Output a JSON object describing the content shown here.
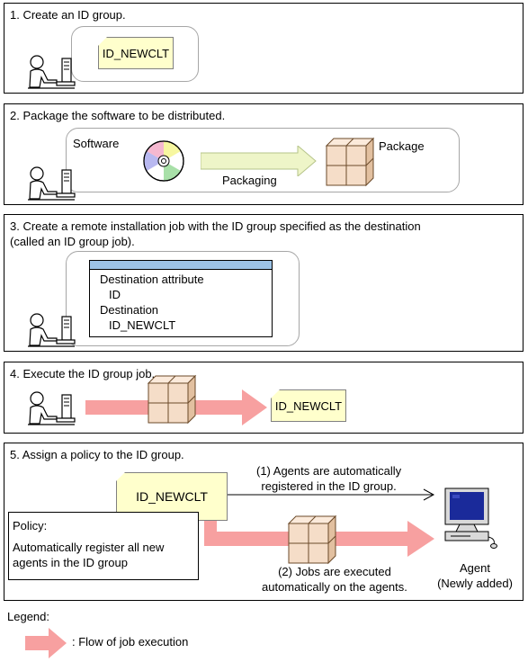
{
  "steps": [
    {
      "title": "1. Create an ID group."
    },
    {
      "title": "2. Package the software to be distributed."
    },
    {
      "title": "3. Create a remote installation job with the ID group specified as the destination\n   (called an ID group job)."
    },
    {
      "title": "4. Execute the ID group job."
    },
    {
      "title": "5. Assign a policy to the ID group."
    }
  ],
  "id_group_name": "ID_NEWCLT",
  "step2": {
    "software_label": "Software",
    "packaging_label": "Packaging",
    "package_label": "Package"
  },
  "step3": {
    "dest_attr_label": "Destination attribute",
    "dest_attr_value": "ID",
    "dest_label": "Destination",
    "dest_value": "ID_NEWCLT"
  },
  "step5": {
    "policy_title": "Policy:",
    "policy_text": "Automatically register all new\nagents in the ID group",
    "note1": "(1) Agents are automatically\nregistered in the ID group.",
    "note2": "(2) Jobs are executed\nautomatically on the agents.",
    "agent_label": "Agent\n(Newly added)"
  },
  "legend": {
    "title": "Legend:",
    "flow_label": ": Flow of job execution"
  },
  "colors": {
    "flow_arrow": "#f7a0a0",
    "id_tag_fill": "#ffffcc",
    "package_fill": "#f5ddc8",
    "packaging_arrow": "#eef5c8"
  },
  "icons": [
    "user-at-pc-icon",
    "cd-rom-icon",
    "package-box-icon",
    "monitor-icon"
  ]
}
